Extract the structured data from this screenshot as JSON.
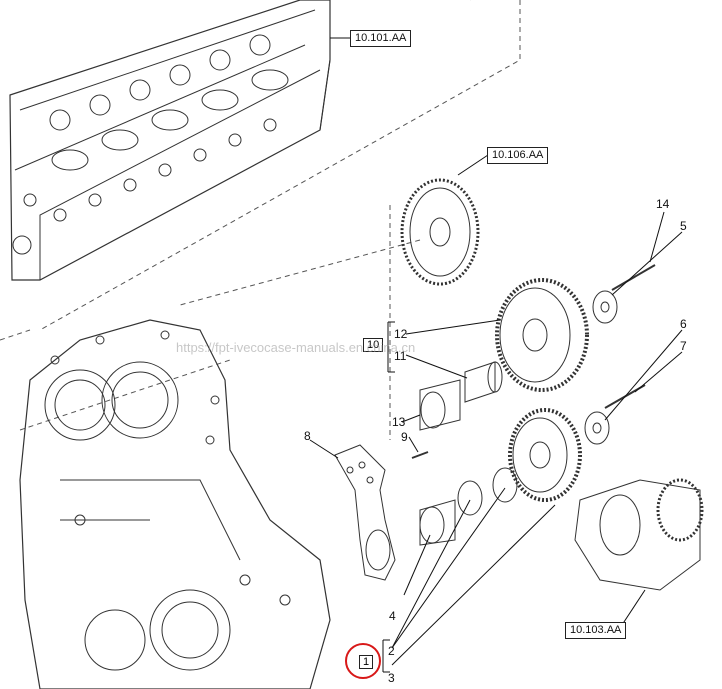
{
  "references": {
    "cylinder_head": "10.101.AA",
    "drive_gear": "10.106.AA",
    "crankshaft": "10.103.AA"
  },
  "group_labels": {
    "idler_upper_group": "10",
    "idler_lower_group": "1"
  },
  "callouts": {
    "c14": "14",
    "c5": "5",
    "c12": "12",
    "c11": "11",
    "c13": "13",
    "c6": "6",
    "c7": "7",
    "c8": "8",
    "c9": "9",
    "c4": "4",
    "c2": "2",
    "c3": "3"
  },
  "watermark": "https://fpt-ivecocase-manuals.en.china.cn",
  "highlight_color": "#d81818"
}
